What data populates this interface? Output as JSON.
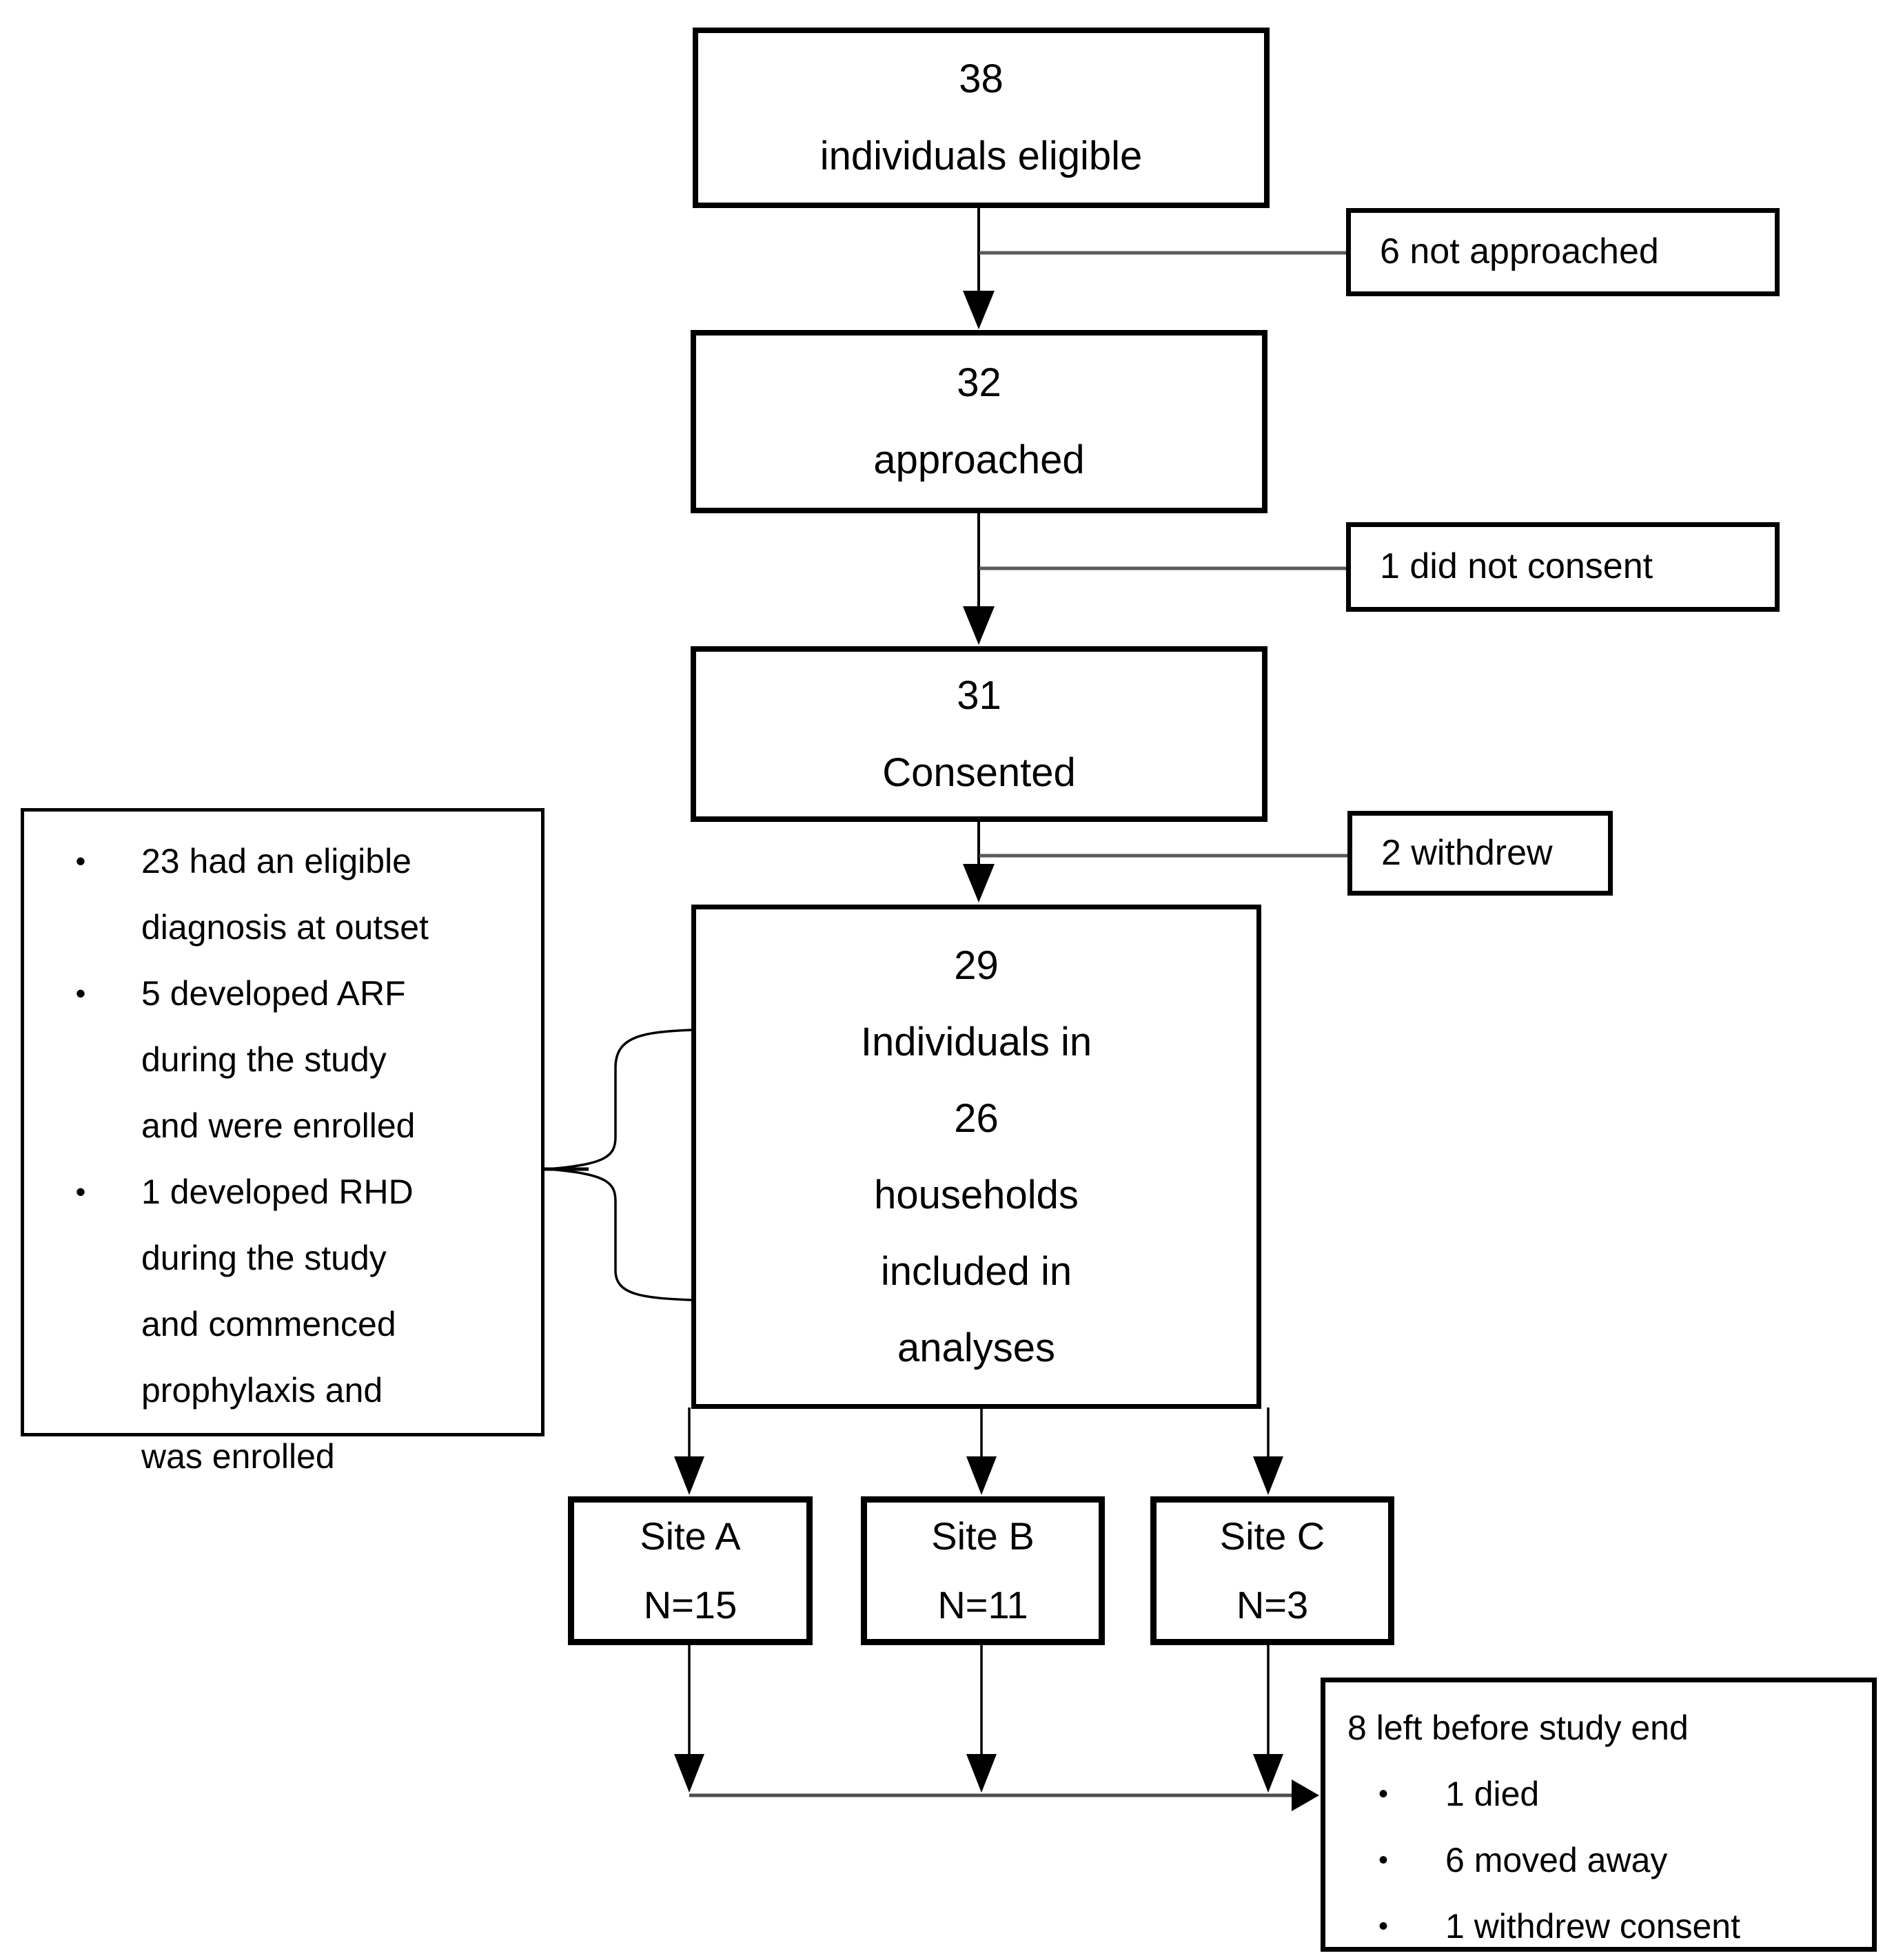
{
  "colors": {
    "line": "#000000",
    "connector_gray": "#5a5a5a",
    "merge_line": "#4d4d4d",
    "background": "#ffffff",
    "text": "#000000"
  },
  "glyphs": {
    "bullet": "•"
  },
  "flow": {
    "eligible": {
      "count": "38",
      "label": "individuals eligible"
    },
    "not_approached": {
      "label": "6 not approached"
    },
    "approached": {
      "count": "32",
      "label": "approached"
    },
    "did_not_consent": {
      "label": "1 did not consent"
    },
    "consented": {
      "count": "31",
      "label": "Consented"
    },
    "withdrew": {
      "label": "2 withdrew"
    },
    "analyses": {
      "lines": [
        "29",
        "Individuals in",
        "26",
        "households",
        "included in",
        "analyses"
      ]
    },
    "enrolment_notes": {
      "bullets": [
        "23 had an eligible\ndiagnosis at outset",
        "5 developed ARF\nduring the study\nand were enrolled",
        "1 developed RHD\nduring the study\nand commenced\nprophylaxis and\nwas enrolled"
      ]
    },
    "sites": [
      {
        "name": "Site A",
        "n": "N=15"
      },
      {
        "name": "Site B",
        "n": "N=11"
      },
      {
        "name": "Site C",
        "n": "N=3"
      }
    ],
    "attrition": {
      "header": "8 left before study end",
      "bullets": [
        "1 died",
        "6 moved away",
        "1 withdrew consent"
      ]
    }
  }
}
